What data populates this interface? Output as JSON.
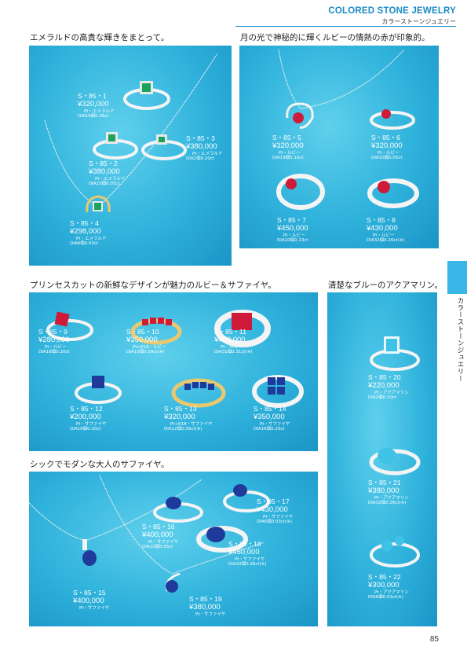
{
  "header": {
    "title_en": "COLORED STONE JEWELRY",
    "title_jp": "カラーストーンジュエリー"
  },
  "side_tab": {
    "label": "カラーストーンジュエリー"
  },
  "page_number": "85",
  "colors": {
    "panel": "#2fb2dc",
    "accent": "#1a8ac9",
    "emerald": "#1aa35a",
    "ruby": "#d01a3a",
    "sapphire": "#1f3a9a",
    "aquamarine": "#3ec3e6"
  },
  "sections": [
    {
      "title": "エメラルドの高貴な輝きをまとって。",
      "items": [
        {
          "code": "S・85・1",
          "price": "¥320,000",
          "material": "Pt・エメラルド",
          "diamond": "DIA10個0.06ct"
        },
        {
          "code": "S・85・2",
          "price": "¥380,000",
          "material": "Pt・エメラルド",
          "diamond": "DIA10個0.05ct"
        },
        {
          "code": "S・85・3",
          "price": "¥380,000",
          "material": "Pt・エメラルド",
          "diamond": "DIA2個0.20ct"
        },
        {
          "code": "S・85・4",
          "price": "¥298,000",
          "material": "Pt・エメラルド",
          "diamond": "DIA6個0.03ct"
        }
      ]
    },
    {
      "title": "月の光で神秘的に輝くルビーの情熱の赤が印象的。",
      "items": [
        {
          "code": "S・85・5",
          "price": "¥320,000",
          "material": "Pt・ルビー",
          "diamond": "DIA19個0.10ct"
        },
        {
          "code": "S・85・6",
          "price": "¥320,000",
          "material": "Pt・ルビー",
          "diamond": "DIA10個0.05ct"
        },
        {
          "code": "S・85・7",
          "price": "¥450,000",
          "material": "Pt・ルビー",
          "diamond": "DIA10個0.13ct"
        },
        {
          "code": "S・85・8",
          "price": "¥430,000",
          "material": "Pt・ルビー",
          "diamond": "DIA32個0.26ct(※)"
        }
      ]
    },
    {
      "title": "プリンセスカットの新鮮なデザインが魅力のルビー＆サファイヤ。",
      "items": [
        {
          "code": "S・85・9",
          "price": "¥280,000",
          "material": "Pt・ルビー",
          "diamond": "DIA18個0.20ct"
        },
        {
          "code": "S・85・10",
          "price": "¥350,000",
          "material": "Pt+K18・ルビー",
          "diamond": "DIA15個0.09ct(※)"
        },
        {
          "code": "S・85・11",
          "price": "¥450,000",
          "material": "Pt・ルビー",
          "diamond": "DIA31個0.31ct(※)"
        },
        {
          "code": "S・85・12",
          "price": "¥200,000",
          "material": "Pt・サファイヤ",
          "diamond": "DIA16個0.20ct"
        },
        {
          "code": "S・85・13",
          "price": "¥320,000",
          "material": "Pt+K18・サファイヤ",
          "diamond": "DIA12個0.09ct(※)"
        },
        {
          "code": "S・85・14",
          "price": "¥350,000",
          "material": "Pt・サファイヤ",
          "diamond": "DIA16個0.20ct"
        }
      ]
    },
    {
      "title": "シックでモダンな大人のサファイヤ。",
      "items": [
        {
          "code": "S・85・15",
          "price": "¥400,000",
          "material": "Pt・サファイヤ",
          "diamond": ""
        },
        {
          "code": "S・85・16",
          "price": "¥400,000",
          "material": "Pt・サファイヤ",
          "diamond": "DIA10個0.05ct"
        },
        {
          "code": "S・85・17",
          "price": "¥430,000",
          "material": "Pt・サファイヤ",
          "diamond": "DIA6個0.03ct(※)"
        },
        {
          "code": "S・85・18",
          "price": "¥450,000",
          "material": "Pt・サファイヤ",
          "diamond": "DIA32個0.26ct(※)"
        },
        {
          "code": "S・85・19",
          "price": "¥380,000",
          "material": "Pt・サファイヤ",
          "diamond": ""
        }
      ]
    },
    {
      "title": "清楚なブルーのアクアマリン。",
      "items": [
        {
          "code": "S・85・20",
          "price": "¥220,000",
          "material": "Pt・アクアマリン",
          "diamond": "DIA2個0.10ct"
        },
        {
          "code": "S・85・21",
          "price": "¥380,000",
          "material": "Pt・アクアマリン",
          "diamond": "DIA32個0.26ct(※)"
        },
        {
          "code": "S・85・22",
          "price": "¥300,000",
          "material": "Pt・アクアマリン",
          "diamond": "DIA6個0.03ct(※)"
        }
      ]
    }
  ]
}
